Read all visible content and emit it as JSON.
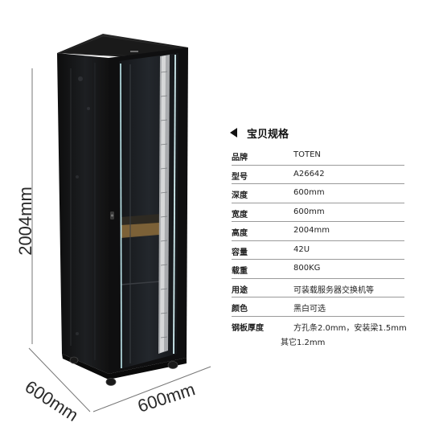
{
  "dimensions": {
    "height": "2004mm",
    "depth": "600mm",
    "width": "600mm"
  },
  "spec": {
    "title": "宝贝规格",
    "rows": [
      {
        "label": "品牌",
        "value": "TOTEN"
      },
      {
        "label": "型号",
        "value": "A26642"
      },
      {
        "label": "深度",
        "value": "600mm"
      },
      {
        "label": "宽度",
        "value": "600mm"
      },
      {
        "label": "高度",
        "value": "2004mm"
      },
      {
        "label": "容量",
        "value": "42U"
      },
      {
        "label": "载重",
        "value": "800KG"
      },
      {
        "label": "用途",
        "value": "可装载服务器交换机等"
      },
      {
        "label": "颜色",
        "value": "黑白可选"
      },
      {
        "label": "钢板厚度",
        "value": "方孔条2.0mm，安装梁1.5mm",
        "value2": "其它1.2mm"
      }
    ]
  },
  "colors": {
    "cabinet": "#151515",
    "glass": "#1b1f24",
    "accent_strip": "#bfe9ee",
    "rail": "#c9c9c9"
  }
}
